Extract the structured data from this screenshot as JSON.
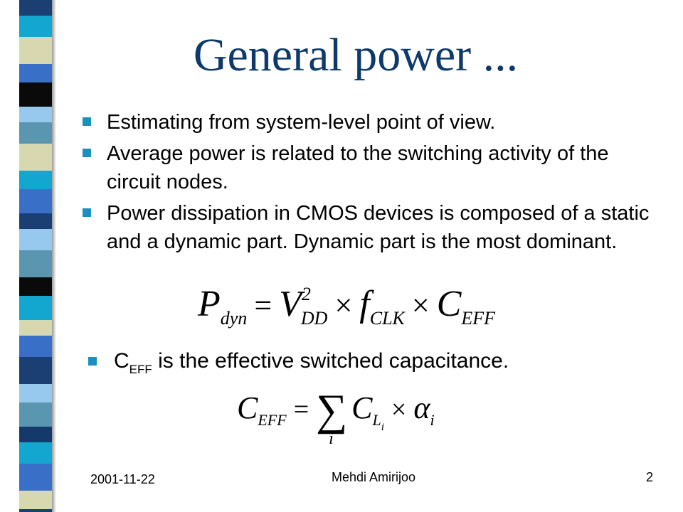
{
  "slide": {
    "title": "General power ...",
    "bullets": [
      "Estimating from system-level point of view.",
      "Average power is related to the switching activity of the circuit nodes.",
      "Power dissipation in CMOS devices is composed of a static and a dynamic part. Dynamic part is the most dominant."
    ],
    "ceff_bullet": {
      "symbol": "C",
      "subscript": "EFF",
      "text": " is the effective switched capacitance."
    },
    "equation1": {
      "p": "P",
      "p_sub": "dyn",
      "equals": "=",
      "v": "V",
      "v_sub": "DD",
      "v_sup": "2",
      "times1": "×",
      "f": "f",
      "f_sub": "CLK",
      "times2": "×",
      "c": "C",
      "c_sub": "EFF"
    },
    "equation2": {
      "c": "C",
      "c_sub": "EFF",
      "equals": "=",
      "sum": "∑",
      "sum_index": "i",
      "cl": "C",
      "cl_sub": "L",
      "cl_subsub": "i",
      "times": "×",
      "alpha": "α",
      "alpha_sub": "i"
    }
  },
  "footer": {
    "date": "2001-11-22",
    "author": "Mehdi Amirijoo",
    "page": "2"
  },
  "colors": {
    "title": "#0e3a6b",
    "bullet_marker": "#1a8fc0",
    "stripe": [
      "#1b3f73",
      "#d8d8b0",
      "#5a96b0",
      "#3a6fc8",
      "#0a0a0a",
      "#97c8ee",
      "#13a6cf",
      "#14396a"
    ]
  }
}
